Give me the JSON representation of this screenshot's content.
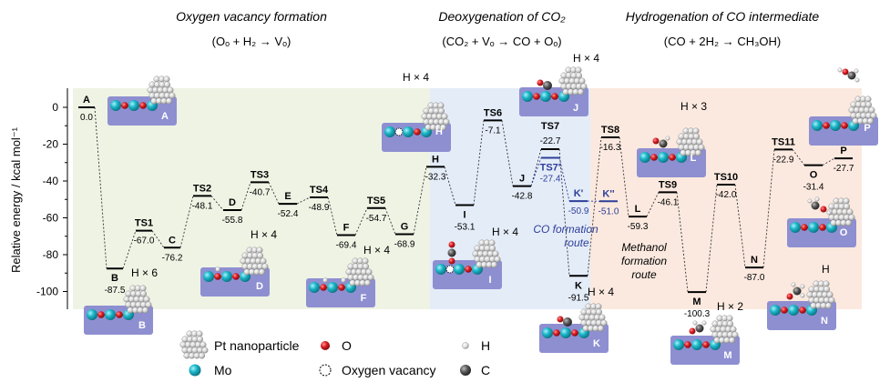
{
  "sections": [
    {
      "title": "Oxygen vacancy formation",
      "subtitle": "(Oₒ + H₂ → Vₒ)"
    },
    {
      "title": "Deoxygenation of CO₂",
      "subtitle": "(CO₂ + Vₒ → CO + Oₒ)"
    },
    {
      "title": "Hydrogenation of CO intermediate",
      "subtitle": "(CO + 2H₂ → CH₃OH)"
    }
  ],
  "axis": {
    "ylabel": "Relative energy / kcal mol⁻¹",
    "ticks": [
      "0",
      "-20",
      "-40",
      "-60",
      "-80",
      "-100"
    ],
    "ylim": [
      -112,
      10
    ]
  },
  "colors": {
    "green_region": "#eef3e4",
    "blue_region": "#e4ecf8",
    "salmon_region": "#fbe9df",
    "level": "#000000",
    "co_route": "#2e3f99",
    "slab": "#8e8fd1",
    "mo_atom": "#1bb6c8",
    "o_atom": "#dd1f24"
  },
  "states": [
    {
      "label": "A",
      "value": "0.0",
      "energy": 0.0
    },
    {
      "label": "B",
      "value": "-87.5",
      "energy": -87.5
    },
    {
      "label": "TS1",
      "value": "-67.0",
      "energy": -67.0
    },
    {
      "label": "C",
      "value": "-76.2",
      "energy": -76.2
    },
    {
      "label": "TS2",
      "value": "-48.1",
      "energy": -48.1
    },
    {
      "label": "D",
      "value": "-55.8",
      "energy": -55.8
    },
    {
      "label": "TS3",
      "value": "-40.7",
      "energy": -40.7
    },
    {
      "label": "E",
      "value": "-52.4",
      "energy": -52.4
    },
    {
      "label": "TS4",
      "value": "-48.9",
      "energy": -48.9
    },
    {
      "label": "F",
      "value": "-69.4",
      "energy": -69.4
    },
    {
      "label": "TS5",
      "value": "-54.7",
      "energy": -54.7
    },
    {
      "label": "G",
      "value": "-68.9",
      "energy": -68.9
    },
    {
      "label": "H",
      "value": "-32.3",
      "energy": -32.3
    },
    {
      "label": "I",
      "value": "-53.1",
      "energy": -53.1
    },
    {
      "label": "TS6",
      "value": "-7.1",
      "energy": -7.1
    },
    {
      "label": "J",
      "value": "-42.8",
      "energy": -42.8
    },
    {
      "label": "TS7",
      "value": "-22.7",
      "energy": -22.7
    },
    {
      "label": "TS7'",
      "value": "-27.4",
      "energy": -27.4
    },
    {
      "label": "K'",
      "value": "-50.9",
      "energy": -50.9
    },
    {
      "label": "K''",
      "value": "-51.0",
      "energy": -51.0
    },
    {
      "label": "K",
      "value": "-91.5",
      "energy": -91.5
    },
    {
      "label": "TS8",
      "value": "-16.3",
      "energy": -16.3
    },
    {
      "label": "L",
      "value": "-59.3",
      "energy": -59.3
    },
    {
      "label": "TS9",
      "value": "-46.1",
      "energy": -46.1
    },
    {
      "label": "M",
      "value": "-100.3",
      "energy": -100.3
    },
    {
      "label": "TS10",
      "value": "-42.0",
      "energy": -42.0
    },
    {
      "label": "N",
      "value": "-87.0",
      "energy": -87.0
    },
    {
      "label": "TS11",
      "value": "-22.9",
      "energy": -22.9
    },
    {
      "label": "O",
      "value": "-31.4",
      "energy": -31.4
    },
    {
      "label": "P",
      "value": "-27.7",
      "energy": -27.7
    }
  ],
  "route_labels": {
    "co_route": [
      "CO formation",
      "route"
    ],
    "methanol_route": [
      "Methanol",
      "formation",
      "route"
    ]
  },
  "model_labels": {
    "A": "A",
    "B": "B",
    "D": "D",
    "F": "F",
    "H": "H",
    "I": "I",
    "J": "J",
    "K": "K",
    "L": "L",
    "M": "M",
    "N": "N",
    "O": "O",
    "P": "P"
  },
  "h_counts": {
    "B": "H × 6",
    "D": "H × 4",
    "F": "H × 4",
    "H": "H × 4",
    "I": "H × 4",
    "J": "H × 4",
    "K": "H × 4",
    "L": "H × 3",
    "M": "H × 2",
    "N": "H"
  },
  "legend": [
    {
      "icon": "pt-nanoparticle",
      "label": "Pt nanoparticle"
    },
    {
      "icon": "o-atom",
      "label": "O"
    },
    {
      "icon": "h-atom",
      "label": "H"
    },
    {
      "icon": "mo-atom",
      "label": "Mo"
    },
    {
      "icon": "oxygen-vacancy",
      "label": "Oxygen vacancy"
    },
    {
      "icon": "c-atom",
      "label": "C"
    }
  ]
}
